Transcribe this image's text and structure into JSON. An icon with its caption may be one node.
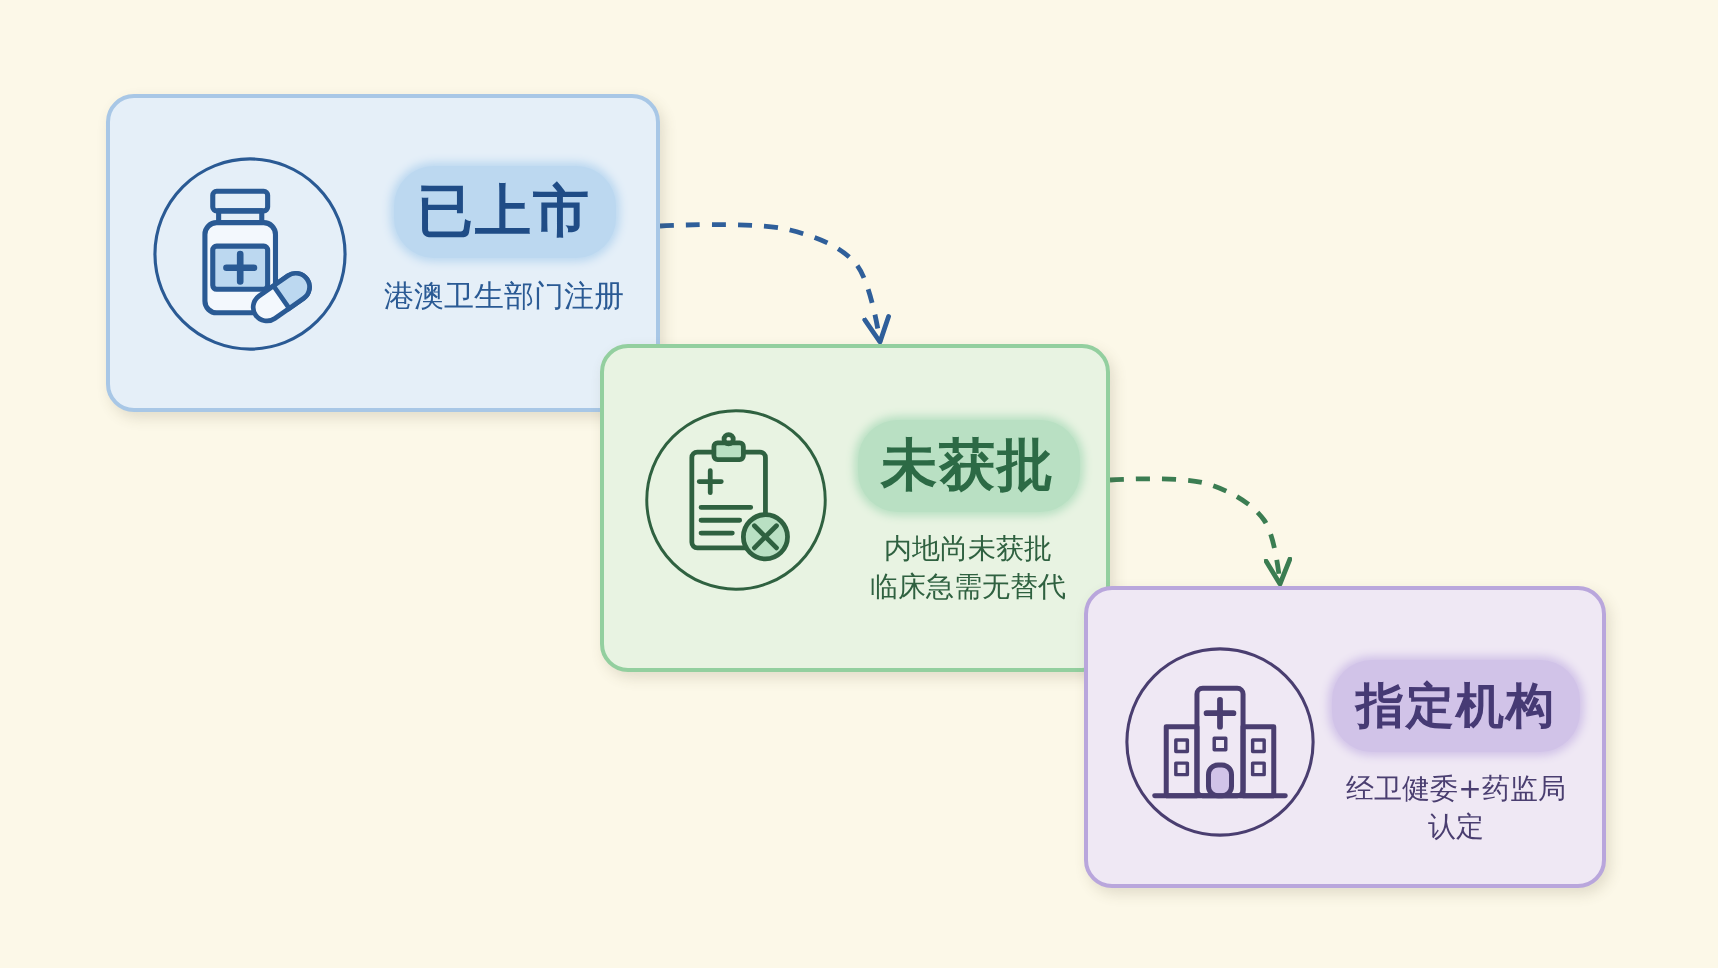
{
  "diagram": {
    "nodes": [
      {
        "text": [
          "已上市",
          "港澳卫生部门注册"
        ]
      },
      {
        "text": [
          "未获批",
          "内地尚未获批",
          "临床急需无替代"
        ]
      },
      {
        "text": [
          "指定机构",
          "经卫健委+药监局认定"
        ]
      }
    ],
    "edges": [
      {
        "from": 0,
        "to": 1,
        "arrow": "to",
        "style": "dashed",
        "color": "#2f5f9a"
      },
      {
        "from": 1,
        "to": 2,
        "arrow": "to",
        "style": "dashed",
        "color": "#3b7d52"
      }
    ]
  }
}
